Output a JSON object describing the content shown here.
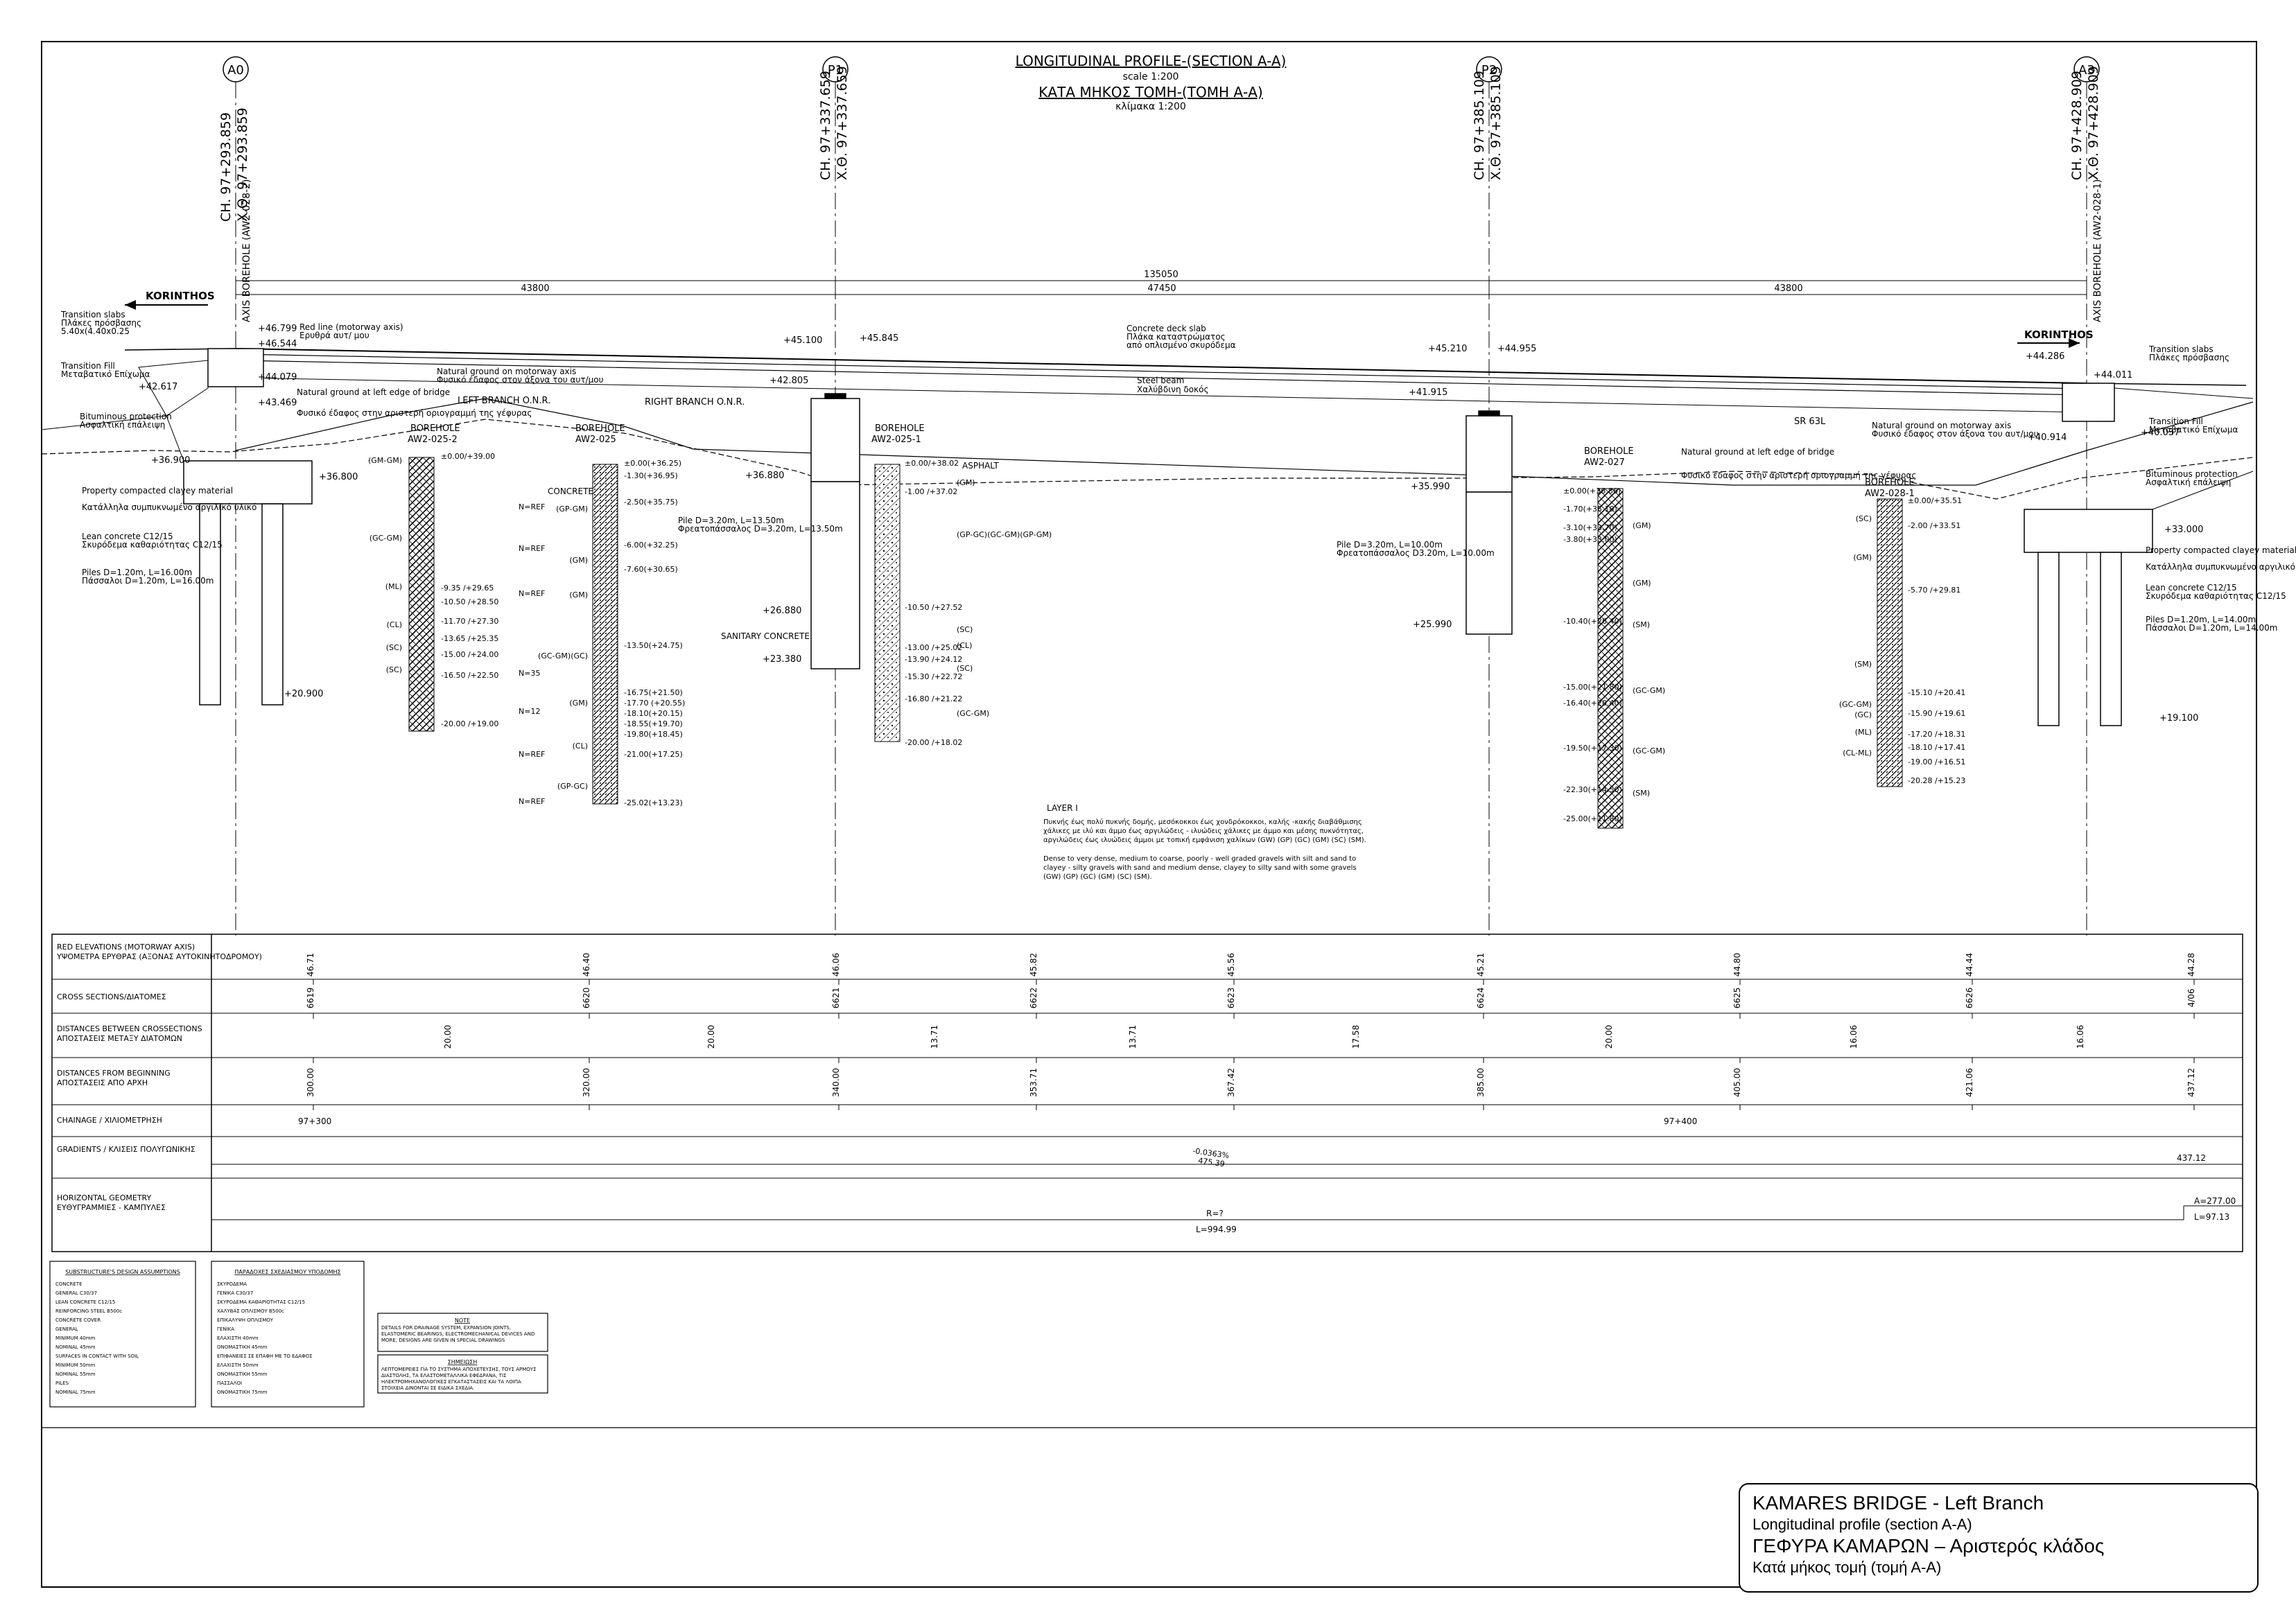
{
  "title": {
    "en": "LONGITUDINAL PROFILE-(SECTION A-A)",
    "scale_en": "scale 1:200",
    "gr": "ΚΑΤΑ ΜΗΚΟΣ ΤΟΜΗ-(ΤΟΜΗ Α-Α)",
    "scale_gr": "κλίμακα 1:200"
  },
  "axes": [
    {
      "id": "A0",
      "ch": "CH. 97+293.859",
      "xth": "X.Θ. 97+293.859",
      "borehole": "AXIS BOREHOLE (AW2-028-2)"
    },
    {
      "id": "P1",
      "ch": "CH. 97+337.659",
      "xth": "X.Θ. 97+337.659",
      "borehole": ""
    },
    {
      "id": "P2",
      "ch": "CH. 97+385.109",
      "xth": "X.Θ. 97+385.109",
      "borehole": ""
    },
    {
      "id": "A3",
      "ch": "CH. 97+428.909",
      "xth": "X.Θ. 97+428.909",
      "borehole": "AXIS BOREHOLE (AW2-028-1)"
    }
  ],
  "spans": {
    "total": "135050",
    "span1": "43800",
    "span2": "47450",
    "span3": "43800"
  },
  "direction": {
    "left": "KORINTHOS",
    "right": "KORINTHOS"
  },
  "labels": {
    "transition_slabs_l": "Transition slabs",
    "transition_slabs_l_gr": "Πλάκες πρόσβασης",
    "transition_slabs_l_dim": "5.40x(4.40x0.25",
    "transition_fill_l": "Transition Fill",
    "transition_fill_l_gr": "Μεταβατικό Επίχωμα",
    "red_line": "Red line (motorway axis)",
    "red_line_gr": "Ερυθρά αυτ/ μου",
    "concrete_deck": "Concrete deck slab",
    "concrete_deck_gr": "Πλάκα καταστρώματος",
    "concrete_deck_gr2": "από οπλισμένο σκυρόδεμα",
    "steel_beam": "Steel beam",
    "steel_beam_gr": "Χαλύβδινη δοκός",
    "natural_ground_left": "Natural ground at left edge of bridge",
    "natural_ground_left_gr": "Φυσικό έδαφος στην αριστερή οριογραμμή της γέφυρας",
    "natural_ground_axis": "Natural ground on motorway axis",
    "natural_ground_axis_gr": "Φυσικό έδαφος στον άξονα του αυτ/μου",
    "left_branch": "LEFT BRANCH O.N.R.",
    "right_branch": "RIGHT BRANCH O.N.R.",
    "bituminous": "Bituminous protection",
    "bituminous_gr": "Ασφαλτική επάλειψη",
    "property_compacted": "Property compacted clayey material",
    "property_compacted_gr": "Κατάλληλα συμπυκνωμένο αργιλικό υλικό",
    "lean_concrete": "Lean concrete C12/15",
    "lean_concrete_gr": "Σκυρόδεμα καθαριότητας C12/15",
    "piles_l": "Piles D=1.20m, L=16.00m",
    "piles_l_gr": "Πάσσαλοι D=1.20m, L=16.00m",
    "piles_r": "Piles D=1.20m, L=14.00m",
    "piles_r_gr": "Πάσσαλοι D=1.20m, L=14.00m",
    "pile_p1": "Pile D=3.20m, L=13.50m",
    "pile_p1_gr": "Φρεατοπάσσαλος D=3.20m, L=13.50m",
    "pile_p2": "Pile D=3.20m, L=10.00m",
    "pile_p2_gr": "Φρεατοπάσσαλος D3.20m, L=10.00m",
    "sanitary": "SANITARY CONCRETE",
    "asphalt": "ASPHALT",
    "concrete": "CONCRETE",
    "sr": "SR 63L",
    "layer": "LAYER I",
    "layer_gr": "Πυκνής έως πολύ πυκνής δομής, μεσόκοκκοι έως χονδρόκοκκοι, καλής -κακής διαβάθμισης χάλικες με ιλύ και άμμο έως αργιλώδεις - ιλυώδεις χάλικες με άμμο και μέσης πυκνότητας, αργιλώδεις έως ιλυώδεις άμμοι με τοπική εμφάνιση χαλίκων (GW) (GP) (GC) (GM) (SC) (SM).",
    "layer_en": "Dense to very dense, medium to coarse, poorly - well graded gravels with silt and sand to clayey - silty gravels with sand and medium dense, clayey to silty sand with some gravels (GW) (GP) (GC) (GM) (SC) (SM)."
  },
  "boreholes": [
    {
      "name": "BOREHOLE",
      "id": "AW2-025-2"
    },
    {
      "name": "BOREHOLE",
      "id": "AW2-025"
    },
    {
      "name": "BOREHOLE",
      "id": "AW2-025-1"
    },
    {
      "name": "BOREHOLE",
      "id": "AW2-027"
    },
    {
      "name": "BOREHOLE",
      "id": "AW2-028-1"
    }
  ],
  "elevations": {
    "e1": "+46.799",
    "e2": "+46.544",
    "e3": "+44.079",
    "e4": "+43.469",
    "e5": "+42.617",
    "e6": "+36.900",
    "e7": "+36.800",
    "e8": "+20.900",
    "e9": "+45.100",
    "e10": "+45.845",
    "e11": "+42.805",
    "e12": "+36.880",
    "e13": "+26.880",
    "e14": "+23.380",
    "e15": "+45.210",
    "e16": "+44.955",
    "e17": "+41.915",
    "e18": "+35.990",
    "e19": "+25.990",
    "e20": "+44.286",
    "e21": "+44.011",
    "e22": "+40.914",
    "e23": "+40.037",
    "e24": "+33.000",
    "e25": "+19.100"
  },
  "bh_depths": {
    "b1": [
      "±0.00/+39.00",
      "-9.35 /+29.65",
      "-10.50 /+28.50",
      "-11.70 /+27.30",
      "-13.65 /+25.35",
      "-15.00 /+24.00",
      "-16.50 /+22.50",
      "-20.00 /+19.00"
    ],
    "b2": [
      "±0.00(+36.25)",
      "-1.30(+36.95)",
      "-2.50(+35.75)",
      "-6.00(+32.25)",
      "-7.60(+30.65)",
      "-13.50(+24.75)",
      "-16.75(+21.50)",
      "-17.70 (+20.55)",
      "-18.10(+20.15)",
      "-18.55(+19.70)",
      "-19.80(+18.45)",
      "-21.00(+17.25)",
      "-25.02(+13.23)"
    ],
    "b3": [
      "±0.00/+38.02",
      "-1.00 /+37.02",
      "-10.50 /+27.52",
      "-13.00 /+25.02",
      "-13.90 /+24.12",
      "-15.30 /+22.72",
      "-16.80 /+21.22",
      "-20.00 /+18.02"
    ],
    "b4": [
      "±0.00(+36.86)",
      "-1.70(+35.10)",
      "-3.10(+33.70)",
      "-3.80(+33.00)",
      "-10.40(+26.40)",
      "-15.00(+21.80)",
      "-16.40(+20.40)",
      "-19.50(+17.30)",
      "-22.30(+14.50)",
      "-25.00(+11.80)"
    ],
    "b5": [
      "±0.00/+35.51",
      "-2.00 /+33.51",
      "-5.70 /+29.81",
      "-15.10 /+20.41",
      "-15.90 /+19.61",
      "-17.20 /+18.31",
      "-18.10 /+17.41",
      "-19.00 /+16.51",
      "-20.28 /+15.23"
    ]
  },
  "soils": {
    "b1": [
      "(GM-GM)",
      "(GC-GM)",
      "(ML)",
      "(CL)",
      "(SC)",
      "(SC)"
    ],
    "b2": [
      "(GP-GM)",
      "(GM)",
      "(GM)",
      "(GC-GM)(GC)",
      "(GM)",
      "(CL)",
      "(GP-GC)"
    ],
    "b3": [
      "(GM)",
      "(GP-GC)(GC-GM)(GP-GM)",
      "(SC)",
      "(CL)",
      "(SC)",
      "(GC-GM)"
    ],
    "b4": [
      "(GM)",
      "(GM)",
      "(SM)",
      "(GC-GM)",
      "(GC-GM)",
      "(SM)"
    ],
    "b5": [
      "(SC)",
      "(GM)",
      "(SM)",
      "(GC-GM)",
      "(GC)",
      "(ML)",
      "(CL-ML)"
    ]
  },
  "nref": [
    "N=REF",
    "N=REF",
    "N=REF",
    "N=35",
    "N=12",
    "N=REF",
    "N=REF"
  ],
  "table": {
    "rows": [
      {
        "label_en": "RED ELEVATIONS (MOTORWAY AXIS)",
        "label_gr": "ΥΨΟΜΕΤΡΑ ΕΡΥΘΡΑΣ (ΑΞΟΝΑΣ ΑΥΤΟΚΙΝΗΤΟΔΡΟΜΟΥ)"
      },
      {
        "label_en": "CROSS SECTIONS/ΔΙΑΤΟΜΕΣ",
        "label_gr": ""
      },
      {
        "label_en": "DISTANCES BETWEEN CROSSECTIONS",
        "label_gr": "ΑΠΟΣΤΑΣΕΙΣ ΜΕΤΑΞΥ ΔΙΑΤΟΜΩΝ"
      },
      {
        "label_en": "DISTANCES FROM BEGINNING",
        "label_gr": "ΑΠΟΣΤΑΣΕΙΣ ΑΠΟ ΑΡΧΗ"
      },
      {
        "label_en": "CHAINAGE / ΧΙΛΙΟΜΕΤΡΗΣΗ",
        "label_gr": ""
      },
      {
        "label_en": "GRADIENTS / ΚΛΙΣΕΙΣ ΠΟΛΥΓΩΝΙΚΗΣ",
        "label_gr": ""
      },
      {
        "label_en": "HORIZONTAL GEOMETRY",
        "label_gr": "ΕΥΘΥΓΡΑΜΜΙΕΣ - ΚΑΜΠΥΛΕΣ"
      }
    ],
    "red_elevations": [
      "46.71",
      "46.40",
      "46.06",
      "45.82",
      "45.56",
      "45.21",
      "44.80",
      "44.44",
      "44.28"
    ],
    "cross_sections": [
      "6619",
      "6620",
      "6621",
      "6622",
      "6623",
      "6624",
      "6625",
      "6626",
      "4/06"
    ],
    "dist_between": [
      "20.00",
      "20.00",
      "13.71",
      "13.71",
      "17.58",
      "20.00",
      "16.06",
      "16.06"
    ],
    "dist_beginning": [
      "300.00",
      "320.00",
      "340.00",
      "353.71",
      "367.42",
      "385.00",
      "405.00",
      "421.06",
      "437.12"
    ],
    "chainage": [
      "97+300",
      "97+400"
    ],
    "gradient_a": "-0.0363%",
    "gradient_b": "475.39",
    "gradient_end": "437.12",
    "geometry_r": "R=?",
    "geometry_l": "L=994.99",
    "geometry_a": "A=277.00",
    "geometry_l2": "L=97.13"
  },
  "notes": {
    "t1_title": "SUBSTRUCTURE'S DESIGN ASSUMPTIONS",
    "t1_lines": [
      "CONCRETE",
      "GENERAL C30/37",
      "LEAN CONCRETE C12/15",
      "REINFORCING STEEL B500c",
      "CONCRETE COVER",
      "GENERAL",
      "MINIMUM 40mm",
      "NOMINAL 45mm",
      "SURFACES IN CONTACT WITH SOIL",
      "MINIMUM 50mm",
      "NOMINAL 55mm",
      "PILES",
      "NOMINAL 75mm"
    ],
    "t2_title": "ΠΑΡΑΔΟΧΕΣ ΣΧΕΔΙΑΣΜΟΥ ΥΠΟΔΟΜΗΣ",
    "t2_lines": [
      "ΣΚΥΡΟΔΕΜΑ",
      "ΓΕΝΙΚΑ C30/37",
      "ΣΚΥΡΟΔΕΜΑ ΚΑΘΑΡΙΟΤΗΤΑΣ C12/15",
      "ΧΑΛΥΒΑΣ ΟΠΛΙΣΜΟΥ B500c",
      "ΕΠΙΚΑΛΥΨΗ ΟΠΛΙΣΜΟΥ",
      "ΓΕΝΙΚΑ",
      "ΕΛΑΧΙΣΤΗ 40mm",
      "ΟΝΟΜΑΣΤΙΚΗ 45mm",
      "ΕΠΙΦΑΝΕΙΕΣ ΣΕ ΕΠΑΦΗ ΜΕ ΤΟ ΕΔΑΦΟΣ",
      "ΕΛΑΧΙΣΤΗ 50mm",
      "ΟΝΟΜΑΣΤΙΚΗ 55mm",
      "ΠΑΣΣΑΛΟΙ",
      "ΟΝΟΜΑΣΤΙΚΗ 75mm"
    ],
    "n3_title": "NOTE",
    "n3_text": "DETAILS FOR DRAINAGE SYSTEM, EXPANSION JOINTS, ELASTOMERIC BEARINGS, ELECTROMECHANICAL DEVICES AND MORE, DESIGNS ARE GIVEN IN SPECIAL DRAWINGS",
    "n4_title": "ΣΗΜΕΙΩΣΗ",
    "n4_text": "ΛΕΠΤΟΜΕΡΕΙΕΣ ΓΙΑ ΤΟ ΣΥΣΤΗΜΑ ΑΠΟΧΕΤΕΥΣΗΣ, ΤΟΥΣ ΑΡΜΟΥΣ ΔΙΑΣΤΟΛΗΣ, ΤΑ ΕΛΑΣΤΟΜΕΤΑΛΛΙΚΑ ΕΦΕΔΡΑΝΑ, ΤΙΣ ΗΛΕΚΤΡΟΜΗΧΑΝΟΛΟΓΙΚΕΣ ΕΓΚΑΤΑΣΤΑΣΕΙΣ ΚΑΙ ΤΑ ΛΟΙΠΑ ΣΤΟΙΧΕΙΑ ΔΙΝΟΝΤΑΙ ΣΕ ΕΙΔΙΚΑ ΣΧΕΔΙΑ."
  },
  "title_block": {
    "line1": "KAMARES BRIDGE - Left Branch",
    "line2": "Longitudinal profile (section A-A)",
    "line3": "ΓΕΦΥΡΑ ΚΑΜΑΡΩΝ – Αριστερός κλάδος",
    "line4": "Κατά μήκος τομή (τομή Α-Α)"
  }
}
